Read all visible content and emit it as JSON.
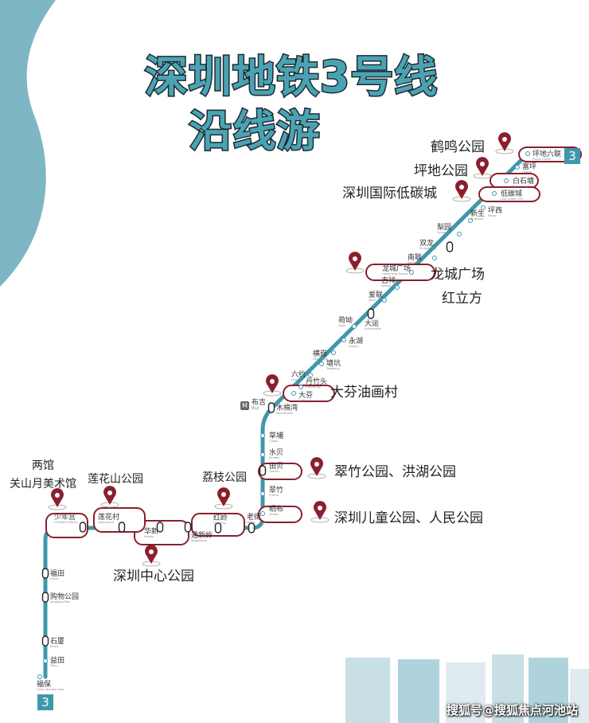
{
  "title": {
    "line1": "深圳地铁3号线",
    "line2": "沿线游"
  },
  "line": {
    "number": "3",
    "color": "#3f97ab",
    "highlight_color": "#8b1f2e"
  },
  "stations": [
    {
      "name": "坪地六联",
      "en": "Pingdi Liulian"
    },
    {
      "name": "富坪",
      "en": "Fuping"
    },
    {
      "name": "白石塘",
      "en": "Baishitang"
    },
    {
      "name": "低碳城",
      "en": "Low Carbon City"
    },
    {
      "name": "坪西",
      "en": "Pingxi"
    },
    {
      "name": "新生",
      "en": "Xinsheng"
    },
    {
      "name": "梨园",
      "en": "Liyuan"
    },
    {
      "name": "双龙",
      "en": "Shuanglong"
    },
    {
      "name": "南联",
      "en": "Nanlian"
    },
    {
      "name": "龙城广场",
      "en": "Longcheng Square"
    },
    {
      "name": "吉祥",
      "en": "Jixiang"
    },
    {
      "name": "爱联",
      "en": "Ailian"
    },
    {
      "name": "大运",
      "en": "Universiade"
    },
    {
      "name": "荷坳",
      "en": "Heao"
    },
    {
      "name": "永湖",
      "en": "Yonghu"
    },
    {
      "name": "横岗",
      "en": "Henggang"
    },
    {
      "name": "塘坑",
      "en": "Tangkeng"
    },
    {
      "name": "六约",
      "en": "Liuyue"
    },
    {
      "name": "丹竹头",
      "en": "Danzhutou"
    },
    {
      "name": "大芬",
      "en": "Dafen"
    },
    {
      "name": "木棉湾",
      "en": "Mumianwan"
    },
    {
      "name": "草埔",
      "en": "Caopu"
    },
    {
      "name": "水贝",
      "en": "Shuibei"
    },
    {
      "name": "田贝",
      "en": "Tianbei"
    },
    {
      "name": "翠竹",
      "en": "Cuizhu"
    },
    {
      "name": "晒布",
      "en": "Shaibu"
    },
    {
      "name": "老街",
      "en": "Laojie"
    },
    {
      "name": "红岭",
      "en": "Hongling"
    },
    {
      "name": "通新岭",
      "en": "Tongxinling"
    },
    {
      "name": "华新",
      "en": "Huaxin"
    },
    {
      "name": "莲花村",
      "en": "Lianhuacun"
    },
    {
      "name": "少年宫",
      "en": "Children's Palace"
    },
    {
      "name": "福田",
      "en": "Futian"
    },
    {
      "name": "购物公园",
      "en": "Shopping Park"
    },
    {
      "name": "石厦",
      "en": "Shixia"
    },
    {
      "name": "益田",
      "en": "Yitian"
    },
    {
      "name": "福保",
      "en": "Futian Bonded Area"
    }
  ],
  "transfer_station": {
    "name": "布吉",
    "en": "Buji"
  },
  "attractions": [
    {
      "name": "鹤鸣公园"
    },
    {
      "name": "坪地公园"
    },
    {
      "name": "深圳国际低碳城"
    },
    {
      "name": "龙城广场"
    },
    {
      "name": "红立方"
    },
    {
      "name": "大芬油画村"
    },
    {
      "name": "翠竹公园、洪湖公园"
    },
    {
      "name": "深圳儿童公园、人民公园"
    },
    {
      "name": "荔枝公园"
    },
    {
      "name": "莲花山公园"
    },
    {
      "name": "两馆"
    },
    {
      "name": "关山月美术馆"
    },
    {
      "name": "深圳中心公园"
    }
  ],
  "watermark": "搜狐号@搜狐焦点河池站"
}
